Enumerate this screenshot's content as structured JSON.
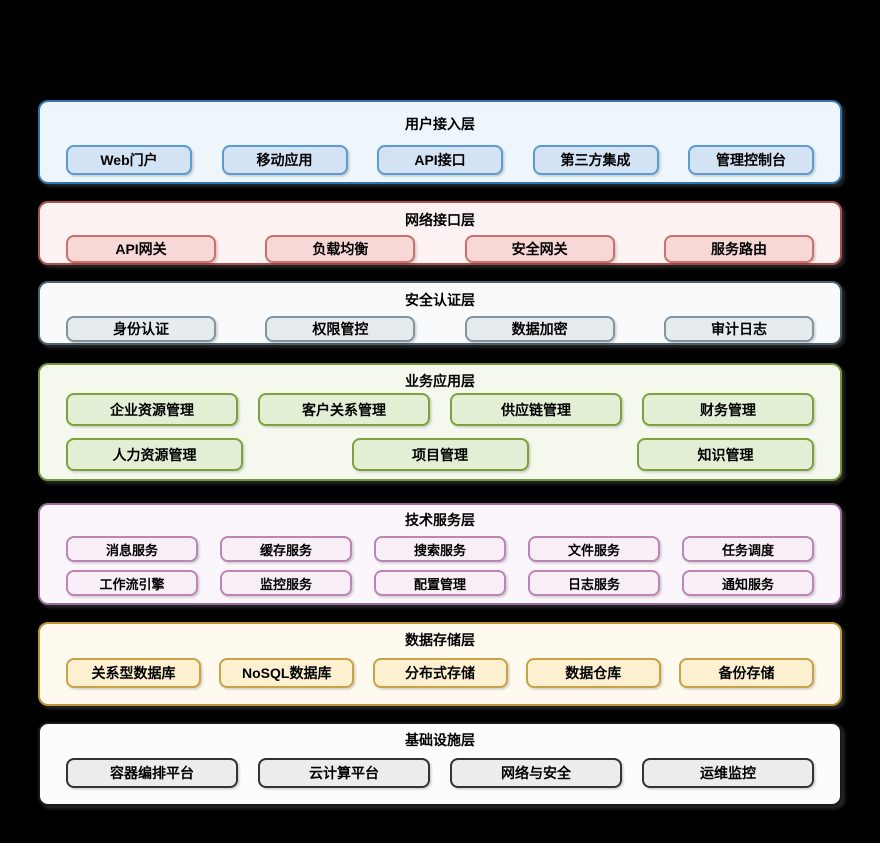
{
  "canvas": {
    "background_color": "#000000",
    "text_color": "#000000"
  },
  "layers": [
    {
      "title": "用户接入层",
      "colors": {
        "layer_border": "#2e75b6",
        "layer_bg": "#eef5fb",
        "node_bg": "#d3e3f4",
        "node_border": "#5b9bd5"
      },
      "rows": [
        [
          "Web门户",
          "移动应用",
          "API接口",
          "第三方集成",
          "管理控制台"
        ]
      ]
    },
    {
      "title": "网络接口层",
      "colors": {
        "layer_border": "#b0504c",
        "layer_bg": "#fdf2f2",
        "node_bg": "#f7d8d6",
        "node_border": "#c9716d"
      },
      "rows": [
        [
          "API网关",
          "负载均衡",
          "安全网关",
          "服务路由"
        ]
      ]
    },
    {
      "title": "安全认证层",
      "colors": {
        "layer_border": "#4d626e",
        "layer_bg": "#f8fafb",
        "node_bg": "#e6ebee",
        "node_border": "#84959f"
      },
      "rows": [
        [
          "身份认证",
          "权限管控",
          "数据加密",
          "审计日志"
        ]
      ]
    },
    {
      "title": "业务应用层",
      "colors": {
        "layer_border": "#75953c",
        "layer_bg": "#f5f9ed",
        "node_bg": "#e2efd4",
        "node_border": "#7fa03f"
      },
      "rows": [
        [
          "企业资源管理",
          "客户关系管理",
          "供应链管理",
          "财务管理"
        ],
        [
          "人力资源管理",
          "项目管理",
          "知识管理"
        ]
      ]
    },
    {
      "title": "技术服务层",
      "colors": {
        "layer_border": "#9a6d9e",
        "layer_bg": "#fbf6fb",
        "node_bg": "#f8eef6",
        "node_border": "#bd85b4"
      },
      "rows": [
        [
          "消息服务",
          "缓存服务",
          "搜索服务",
          "文件服务",
          "任务调度"
        ],
        [
          "工作流引擎",
          "监控服务",
          "配置管理",
          "日志服务",
          "通知服务"
        ]
      ]
    },
    {
      "title": "数据存储层",
      "colors": {
        "layer_border": "#bf9433",
        "layer_bg": "#fffaf0",
        "node_bg": "#fcf0d1",
        "node_border": "#c9a243"
      },
      "rows": [
        [
          "关系型数据库",
          "NoSQL数据库",
          "分布式存储",
          "数据仓库",
          "备份存储"
        ]
      ]
    },
    {
      "title": "基础设施层",
      "colors": {
        "layer_border": "#1a1a1a",
        "layer_bg": "#fcfcfc",
        "node_bg": "#ececec",
        "node_border": "#333333"
      },
      "rows": [
        [
          "容器编排平台",
          "云计算平台",
          "网络与安全",
          "运维监控"
        ]
      ]
    }
  ]
}
